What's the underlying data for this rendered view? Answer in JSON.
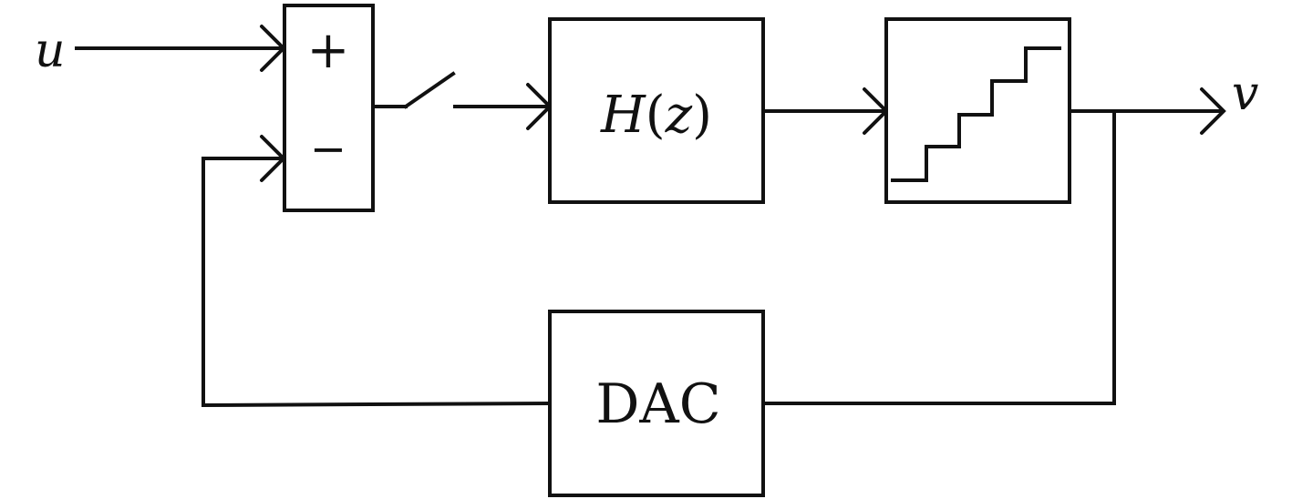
{
  "signals": {
    "input": "u",
    "output": "v"
  },
  "summing_junction": {
    "plus_sign": "+",
    "minus_sign": "−"
  },
  "blocks": {
    "filter": {
      "h": "H",
      "open_paren": "(",
      "z": "z",
      "close_paren": ")"
    },
    "dac": "DAC"
  }
}
